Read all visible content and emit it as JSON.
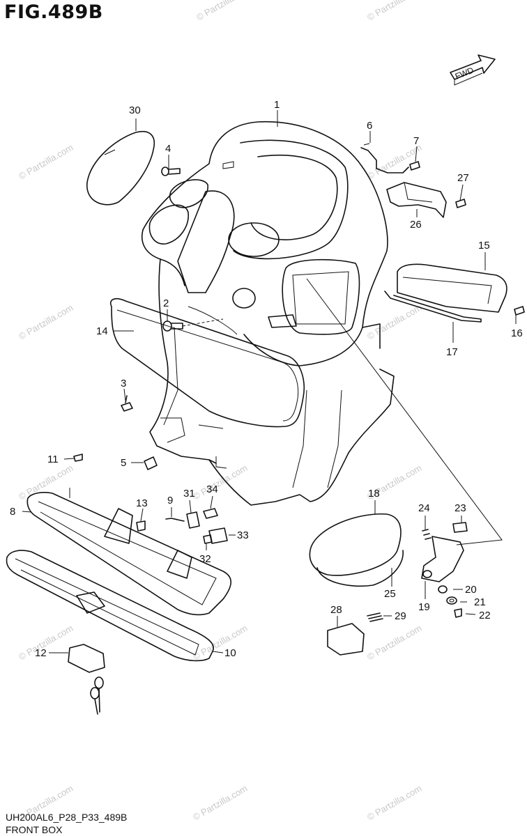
{
  "figure": {
    "title": "FIG.489B",
    "code": "UH200AL6_P28_P33_489B",
    "name": "FRONT BOX"
  },
  "direction_label": "FWD",
  "watermark_text": "© Partzilla.com",
  "callouts": [
    {
      "id": "c1",
      "text": "1"
    },
    {
      "id": "c2",
      "text": "2"
    },
    {
      "id": "c3",
      "text": "3"
    },
    {
      "id": "c4",
      "text": "4"
    },
    {
      "id": "c5",
      "text": "5"
    },
    {
      "id": "c6",
      "text": "6"
    },
    {
      "id": "c7",
      "text": "7"
    },
    {
      "id": "c8",
      "text": "8"
    },
    {
      "id": "c9",
      "text": "9"
    },
    {
      "id": "c10",
      "text": "10"
    },
    {
      "id": "c11",
      "text": "11"
    },
    {
      "id": "c12",
      "text": "12"
    },
    {
      "id": "c13",
      "text": "13"
    },
    {
      "id": "c14",
      "text": "14"
    },
    {
      "id": "c15",
      "text": "15"
    },
    {
      "id": "c16",
      "text": "16"
    },
    {
      "id": "c17",
      "text": "17"
    },
    {
      "id": "c18",
      "text": "18"
    },
    {
      "id": "c19",
      "text": "19"
    },
    {
      "id": "c20",
      "text": "20"
    },
    {
      "id": "c21",
      "text": "21"
    },
    {
      "id": "c22",
      "text": "22"
    },
    {
      "id": "c23",
      "text": "23"
    },
    {
      "id": "c24",
      "text": "24"
    },
    {
      "id": "c25",
      "text": "25"
    },
    {
      "id": "c26",
      "text": "26"
    },
    {
      "id": "c27",
      "text": "27"
    },
    {
      "id": "c28",
      "text": "28"
    },
    {
      "id": "c29",
      "text": "29"
    },
    {
      "id": "c30",
      "text": "30"
    },
    {
      "id": "c31",
      "text": "31"
    },
    {
      "id": "c32",
      "text": "32"
    },
    {
      "id": "c33",
      "text": "33"
    },
    {
      "id": "c34",
      "text": "34"
    }
  ],
  "colors": {
    "line": "#111111",
    "watermark": "#c9c9c9",
    "background": "#ffffff"
  }
}
